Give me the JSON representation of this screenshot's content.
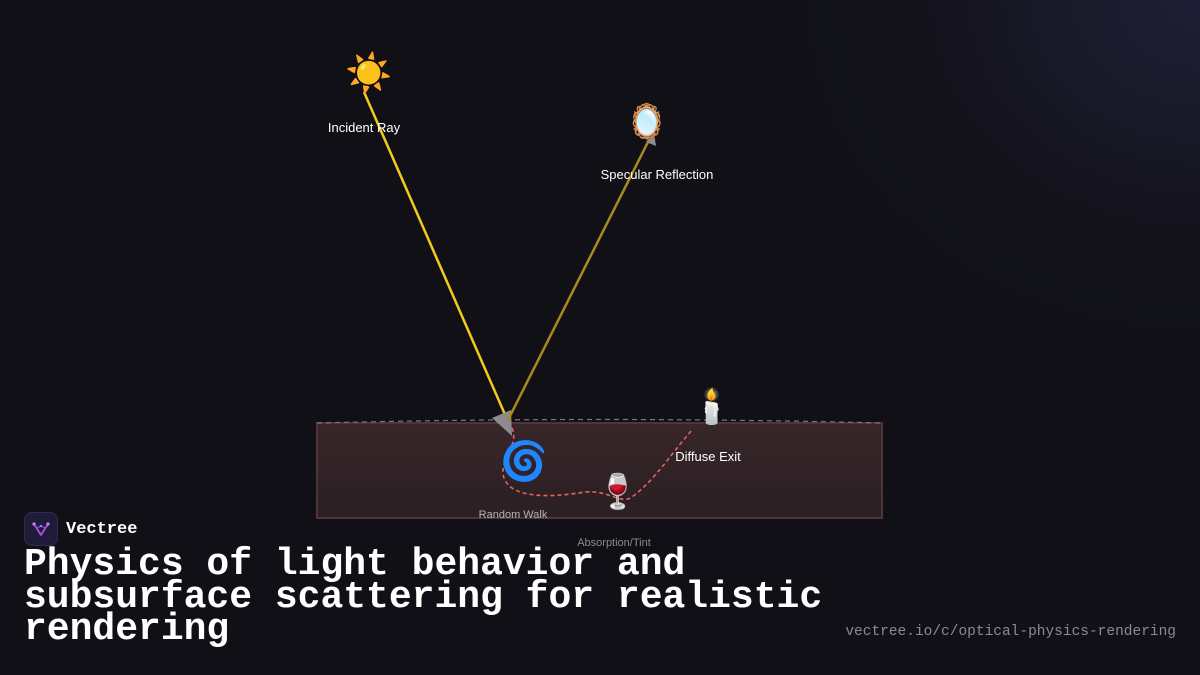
{
  "brand": {
    "name": "Vectree"
  },
  "headline": "Physics of light behavior and subsurface scattering for realistic rendering",
  "url": "vectree.io/c/optical-physics-rendering",
  "diagram": {
    "incident": {
      "icon": "sun-icon",
      "glyph": "☀️",
      "label": "Incident Ray"
    },
    "specular": {
      "icon": "mirror-icon",
      "glyph": "🪞",
      "label": "Specular Reflection"
    },
    "diffuse": {
      "icon": "candle-icon",
      "glyph": "🕯️",
      "label": "Diffuse Exit"
    },
    "random_walk": {
      "icon": "cyclone-icon",
      "glyph": "🌀",
      "label": "Random Walk"
    },
    "absorption": {
      "icon": "wine-glass-icon",
      "glyph": "🍷",
      "label": "Absorption/Tint"
    }
  },
  "colors": {
    "incident_ray": "#f2cc1a",
    "specular_ray": "#a8891b",
    "scatter_path": "#e06464",
    "medium_fill": "#33242a",
    "medium_border": "#4f3438",
    "brand_accent": "#b54adf"
  }
}
